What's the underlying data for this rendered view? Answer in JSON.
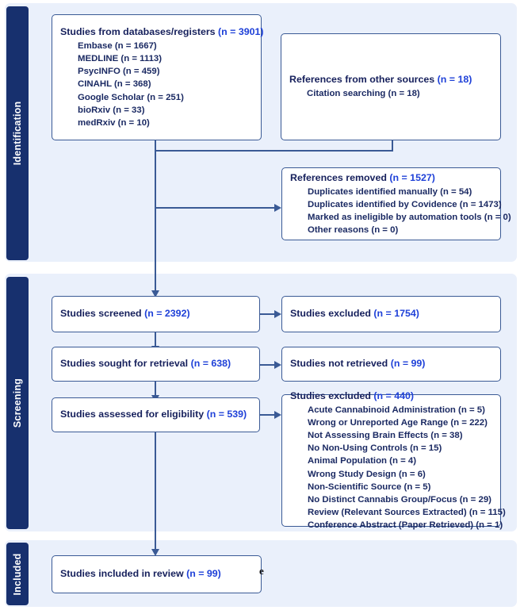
{
  "diagram": {
    "type": "prisma-flow-diagram",
    "colors": {
      "panel_background": "#eaf0fb",
      "band_fill": "#17306e",
      "band_text": "#ffffff",
      "box_border": "#3a5a95",
      "box_fill": "#ffffff",
      "title_text": "#16205c",
      "count_text": "#1f41d8",
      "connector": "#3a5a95"
    }
  },
  "stages": [
    {
      "id": "identification",
      "label": "Identification"
    },
    {
      "id": "screening",
      "label": "Screening"
    },
    {
      "id": "included",
      "label": "Included"
    }
  ],
  "boxes": {
    "databases": {
      "title": "Studies from databases/registers",
      "count": "(n = 3901)",
      "items": [
        "Embase (n = 1667)",
        "MEDLINE (n = 1113)",
        "PsycINFO (n = 459)",
        "CINAHL (n = 368)",
        "Google Scholar (n = 251)",
        "bioRxiv (n = 33)",
        "medRxiv (n = 10)"
      ]
    },
    "other_sources": {
      "title": "References from other sources",
      "count": "(n = 18)",
      "items": [
        "Citation searching (n = 18)"
      ]
    },
    "references_removed": {
      "title": "References removed",
      "count": "(n = 1527)",
      "items": [
        "Duplicates identified manually (n = 54)",
        "Duplicates identified by Covidence (n = 1473)",
        "Marked as ineligible by automation tools (n = 0)",
        "Other reasons (n = 0)"
      ]
    },
    "screened": {
      "title": "Studies screened",
      "count": "(n = 2392)",
      "items": []
    },
    "excluded_screening": {
      "title": "Studies excluded",
      "count": "(n = 1754)",
      "items": []
    },
    "sought_retrieval": {
      "title": "Studies sought for retrieval",
      "count": "(n = 638)",
      "items": []
    },
    "not_retrieved": {
      "title": "Studies not retrieved",
      "count": "(n = 99)",
      "items": []
    },
    "assessed_eligibility": {
      "title": "Studies assessed for eligibility",
      "count": "(n = 539)",
      "items": []
    },
    "excluded_eligibility": {
      "title": "Studies excluded",
      "count": "(n = 440)",
      "items": [
        "Acute Cannabinoid Administration (n = 5)",
        "Wrong or Unreported Age Range (n = 222)",
        "Not Assessing Brain Effects (n = 38)",
        "No Non-Using Controls (n = 15)",
        "Animal Population (n = 4)",
        "Wrong Study Design (n = 6)",
        "Non-Scientific Source (n = 5)",
        "No Distinct Cannabis Group/Focus (n = 29)",
        "Review (Relevant Sources Extracted) (n = 115)",
        "Conference Abstract (Paper Retrieved) (n = 1)"
      ]
    },
    "included_review": {
      "title": "Studies included in review",
      "count": "(n = 99)",
      "items": []
    }
  },
  "artifacts": {
    "stray_character": "e"
  }
}
